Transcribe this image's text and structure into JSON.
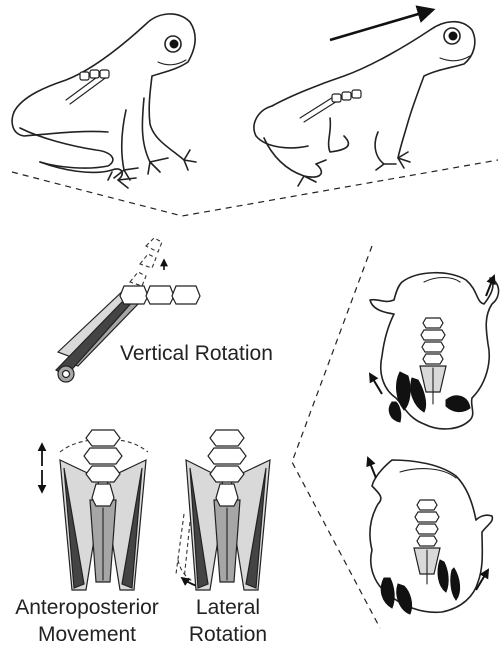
{
  "labels": {
    "vertical": "Vertical Rotation",
    "antero_line1": "Anteroposterior",
    "antero_line2": "Movement",
    "lateral_line1": "Lateral",
    "lateral_line2": "Rotation"
  },
  "colors": {
    "ink": "#222222",
    "light_gray": "#d9d9d9",
    "mid_gray": "#a6a6a6",
    "dark": "#444444",
    "background": "#ffffff"
  },
  "icons": [
    "direction-arrow",
    "double-headed-arrow",
    "rotation-arrow",
    "leg-movement-arrow"
  ]
}
